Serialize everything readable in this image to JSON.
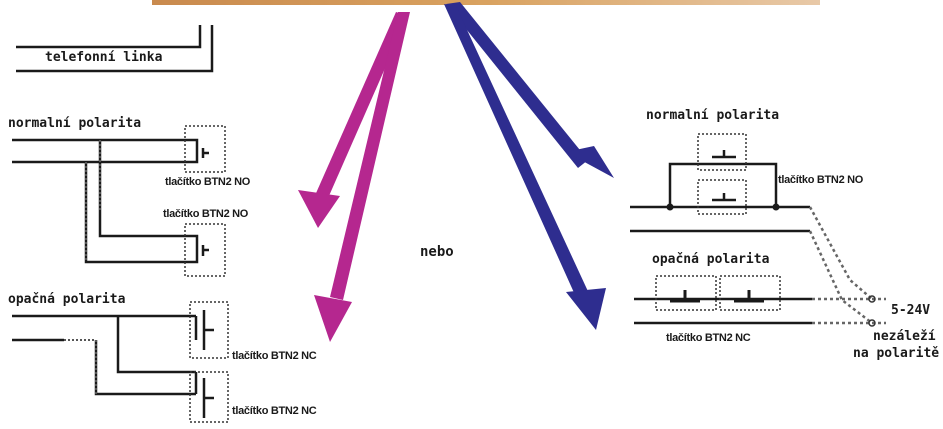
{
  "labels": {
    "telefonni_linka": "telefonní linka",
    "normalni_polarita_left": "normalní polarita",
    "btn2_no_1": "tlačítko BTN2 NO",
    "btn2_no_2": "tlačítko BTN2 NO",
    "opacna_polarita_left": "opačná polarita",
    "btn2_nc_1": "tlačítko BTN2 NC",
    "btn2_nc_2": "tlačítko BTN2 NC",
    "nebo": "nebo",
    "normalni_polarita_right": "normalní polarita",
    "btn2_no_right": "tlačítko BTN2 NO",
    "opacna_polarita_right": "opačná polarita",
    "btn2_nc_right": "tlačítko BTN2 NC",
    "voltage": "5-24V",
    "nezalezi": "nezáleží",
    "na_polarite": "na polaritě"
  },
  "colors": {
    "magenta_arrow": "#b5278f",
    "blue_arrow": "#2e2d8f",
    "wire": "#1a1a1a",
    "dotted": "#555555"
  }
}
